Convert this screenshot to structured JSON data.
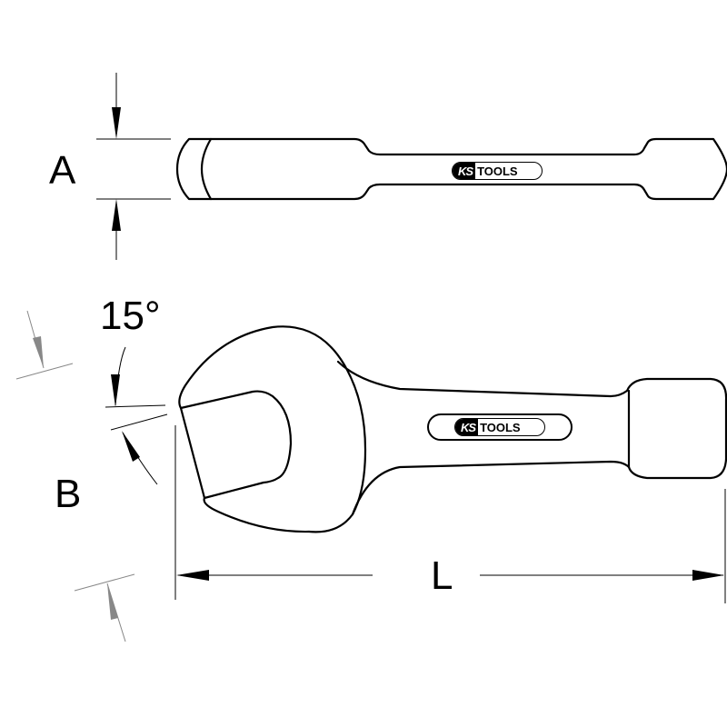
{
  "diagram": {
    "subject": "Slogging open-end wrench technical drawing",
    "views": [
      "side-view",
      "top-view"
    ],
    "brand_logo": {
      "mark": "KS",
      "text": "TOOLS",
      "registered": "®"
    },
    "dimensions": {
      "A": {
        "label": "A",
        "meaning": "head thickness"
      },
      "B": {
        "label": "B",
        "meaning": "head width"
      },
      "L": {
        "label": "L",
        "meaning": "overall length"
      },
      "angle": {
        "label": "15°",
        "meaning": "jaw offset angle"
      }
    },
    "colors": {
      "line": "#000000",
      "secondary_dimension": "#888888",
      "background": "#ffffff"
    }
  }
}
